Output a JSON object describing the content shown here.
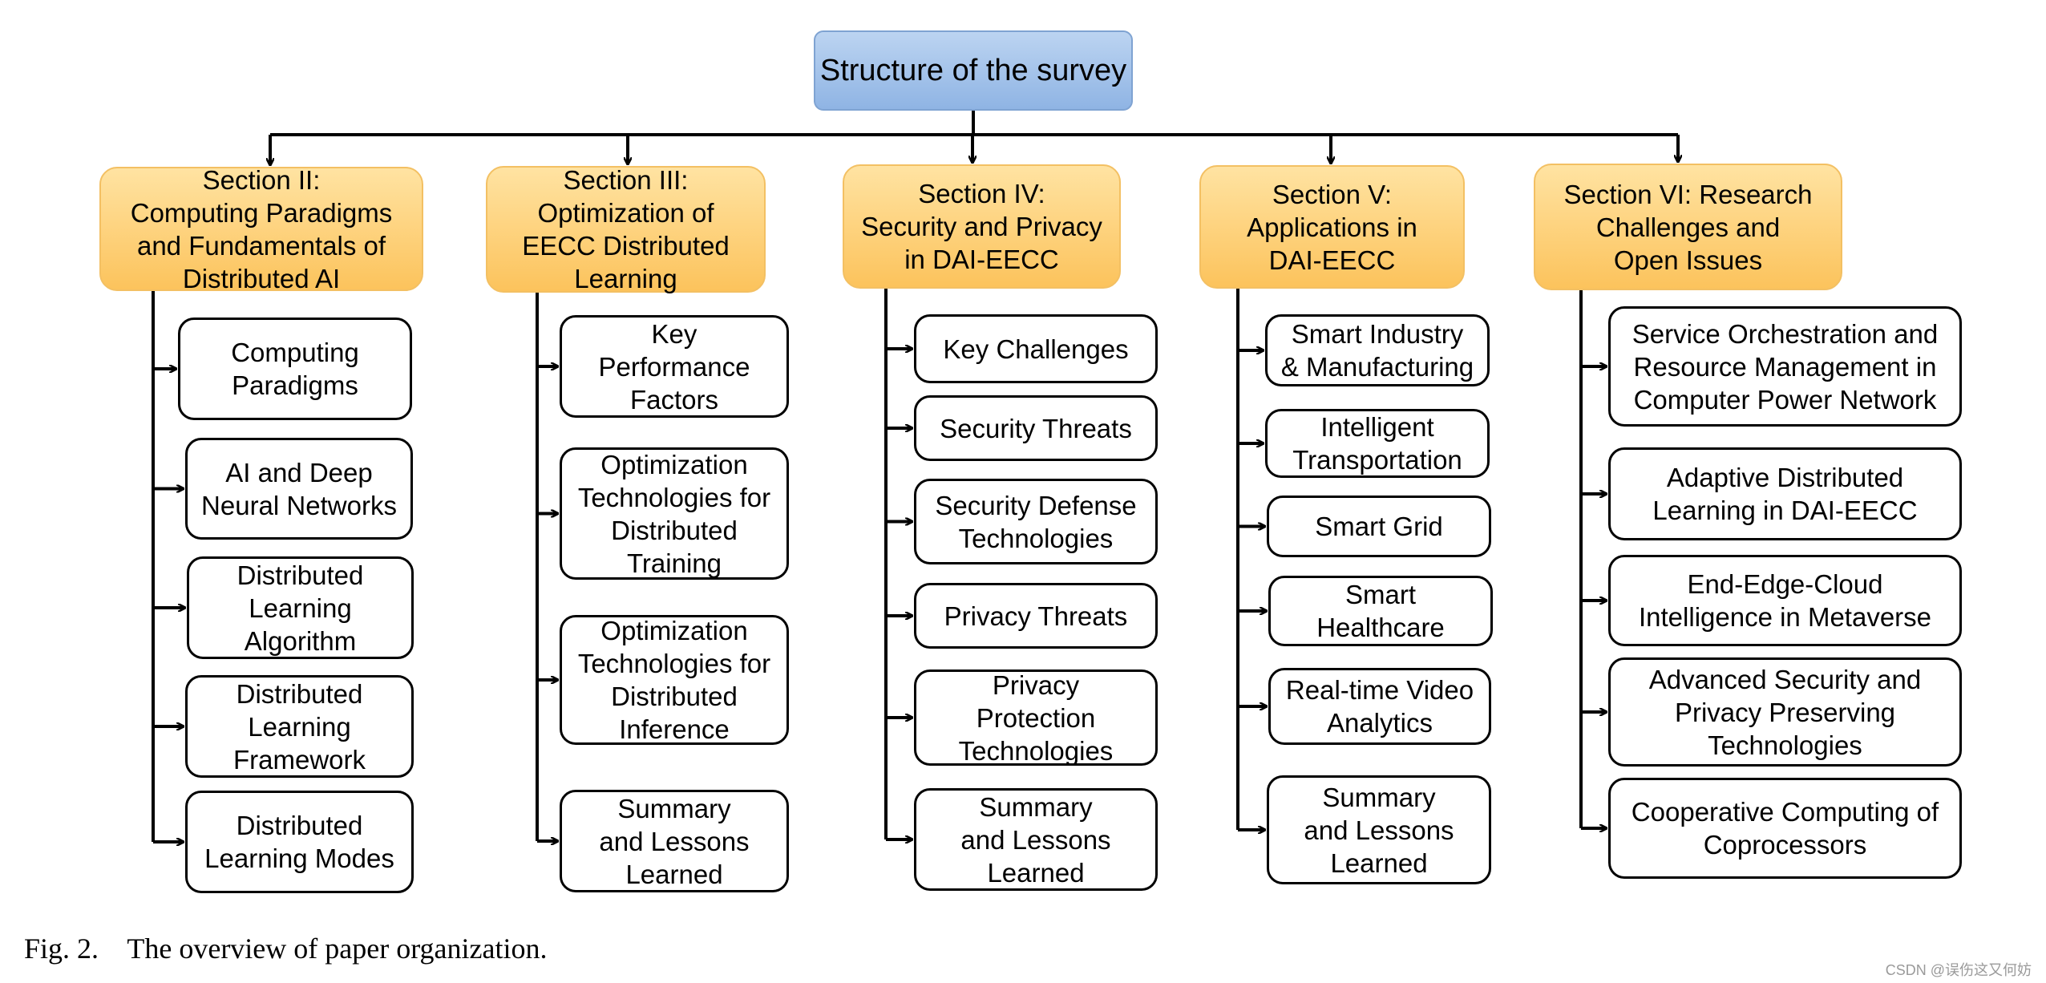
{
  "diagram": {
    "root": "Structure of the survey",
    "columns": [
      {
        "section": "Section II:\nComputing Paradigms\nand Fundamentals of\nDistributed AI",
        "items": [
          "Computing\nParadigms",
          "AI and Deep\nNeural Networks",
          "Distributed\nLearning\nAlgorithm",
          "Distributed\nLearning\nFramework",
          "Distributed\nLearning Modes"
        ]
      },
      {
        "section": "Section III:\nOptimization of\nEECC Distributed\nLearning",
        "items": [
          "Key\nPerformance\nFactors",
          "Optimization\nTechnologies for\nDistributed\nTraining",
          "Optimization\nTechnologies for\nDistributed\nInference",
          "Summary\nand Lessons\nLearned"
        ]
      },
      {
        "section": "Section IV:\nSecurity and Privacy\nin DAI-EECC",
        "items": [
          "Key Challenges",
          "Security Threats",
          "Security Defense\nTechnologies",
          "Privacy Threats",
          "Privacy\nProtection\nTechnologies",
          "Summary\nand Lessons\nLearned"
        ]
      },
      {
        "section": "Section V:\nApplications in\nDAI-EECC",
        "items": [
          "Smart Industry\n& Manufacturing",
          "Intelligent\nTransportation",
          "Smart Grid",
          "Smart\nHealthcare",
          "Real-time Video\nAnalytics",
          "Summary\nand Lessons\nLearned"
        ]
      },
      {
        "section": "Section VI: Research\nChallenges and\nOpen Issues",
        "items": [
          "Service Orchestration and\nResource Management in\nComputer Power Network",
          "Adaptive Distributed\nLearning in DAI-EECC",
          "End-Edge-Cloud\nIntelligence in Metaverse",
          "Advanced Security and\nPrivacy Preserving\nTechnologies",
          "Cooperative Computing of\nCoprocessors"
        ]
      }
    ]
  },
  "caption": "Fig. 2.    The overview of paper organization.",
  "watermark": "CSDN @误伤这又何妨"
}
